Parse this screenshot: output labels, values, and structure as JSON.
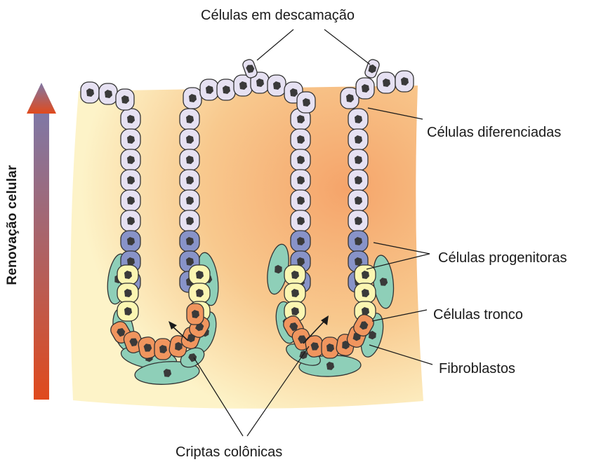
{
  "labels": {
    "desquamation": "Células em descamação",
    "differentiated": "Células diferenciadas",
    "progenitor": "Células progenitoras",
    "stem": "Células tronco",
    "fibroblasts": "Fibroblastos",
    "crypts": "Criptas colônicas"
  },
  "axis": {
    "label": "Renovação celular",
    "gradient_top": "#7f78a6",
    "gradient_bottom": "#e04a1d"
  },
  "colors": {
    "tissue_light": "#fdf3c8",
    "tissue_dark": "#f5a46a",
    "differentiated_cell": "#e6e1f2",
    "progenitor_cell": "#8893c8",
    "transit_cell": "#fbf6b2",
    "stem_cell": "#f0955e",
    "fibroblast": "#8ecfb8",
    "nucleus": "#3a3a3a"
  }
}
